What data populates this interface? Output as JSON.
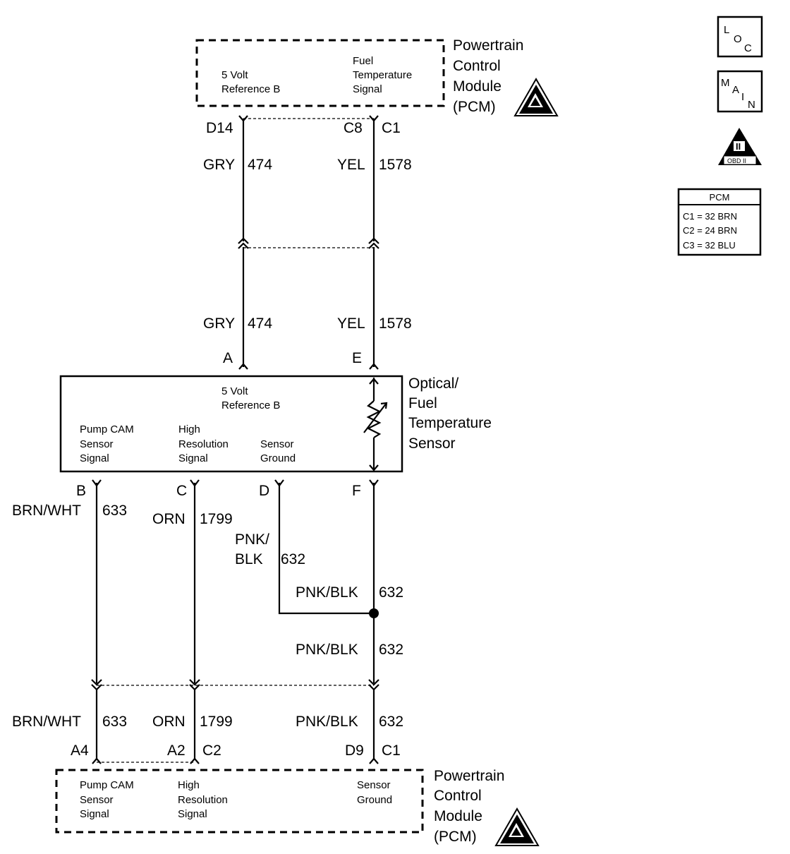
{
  "pcm_top": {
    "title_lines": [
      "Powertrain",
      "Control",
      "Module",
      "(PCM)"
    ],
    "pin_labels": [
      [
        "5 Volt",
        "Reference B"
      ],
      [
        "Fuel",
        "Temperature",
        "Signal"
      ]
    ]
  },
  "connectors_top": {
    "left": "D14",
    "right_a": "C8",
    "right_b": "C1"
  },
  "wires_upper": [
    {
      "color": "GRY",
      "circuit": "474"
    },
    {
      "color": "YEL",
      "circuit": "1578"
    }
  ],
  "wires_mid": [
    {
      "color": "GRY",
      "circuit": "474"
    },
    {
      "color": "YEL",
      "circuit": "1578"
    }
  ],
  "sensor": {
    "title_lines": [
      "Optical/",
      "Fuel",
      "Temperature",
      "Sensor"
    ],
    "pins_top": {
      "a": "A",
      "e": "E"
    },
    "labels": {
      "ref": [
        "5 Volt",
        "Reference B"
      ],
      "cam": [
        "Pump CAM",
        "Sensor",
        "Signal"
      ],
      "high_res": [
        "High",
        "Resolution",
        "Signal"
      ],
      "ground": [
        "Sensor",
        "Ground"
      ]
    },
    "pins_bottom": {
      "b": "B",
      "c": "C",
      "d": "D",
      "f": "F"
    }
  },
  "wires_lower": {
    "b": {
      "color": "BRN/WHT",
      "circuit": "633"
    },
    "c": {
      "color": "ORN",
      "circuit": "1799"
    },
    "d": {
      "color_lines": [
        "PNK/",
        "BLK"
      ],
      "circuit": "632"
    },
    "f_above_splice": {
      "color": "PNK/BLK",
      "circuit": "632"
    },
    "f_below_splice": {
      "color": "PNK/BLK",
      "circuit": "632"
    }
  },
  "wires_bottom": [
    {
      "color": "BRN/WHT",
      "circuit": "633"
    },
    {
      "color": "ORN",
      "circuit": "1799"
    },
    {
      "color": "PNK/BLK",
      "circuit": "632"
    }
  ],
  "connectors_bottom": {
    "a4": "A4",
    "a2": "A2",
    "c2": "C2",
    "d9": "D9",
    "c1": "C1"
  },
  "pcm_bottom": {
    "title_lines": [
      "Powertrain",
      "Control",
      "Module",
      "(PCM)"
    ],
    "pin_labels": [
      [
        "Pump CAM",
        "Sensor",
        "Signal"
      ],
      [
        "High",
        "Resolution",
        "Signal"
      ],
      [
        "Sensor",
        "Ground"
      ]
    ]
  },
  "badges": {
    "loc": [
      "L",
      "O",
      "C"
    ],
    "main": [
      "M",
      "A",
      "I",
      "N"
    ],
    "obd_mark": "II",
    "obd_label": "OBD II"
  },
  "pcm_legend": {
    "title": "PCM",
    "rows": [
      "C1 = 32 BRN",
      "C2 = 24 BRN",
      "C3 = 32 BLU"
    ]
  },
  "icons": {
    "esd": "esd-warning-icon"
  }
}
